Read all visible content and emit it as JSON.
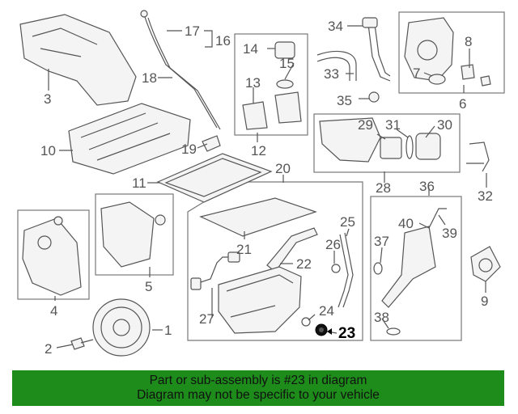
{
  "callouts": [
    "1",
    "2",
    "3",
    "4",
    "5",
    "6",
    "7",
    "8",
    "9",
    "10",
    "11",
    "12",
    "13",
    "14",
    "15",
    "16",
    "17",
    "18",
    "19",
    "20",
    "21",
    "22",
    "23",
    "24",
    "25",
    "26",
    "27",
    "28",
    "29",
    "30",
    "31",
    "32",
    "33",
    "34",
    "35",
    "36",
    "37",
    "38",
    "39",
    "40"
  ],
  "highlight_part": "23",
  "banner": {
    "line1": "Part or sub-assembly is #23 in diagram",
    "line2": "Diagram may not be specific to your vehicle"
  },
  "colors": {
    "banner": "#1d8c1a",
    "lines": "#555555",
    "highlight": "#000000"
  }
}
